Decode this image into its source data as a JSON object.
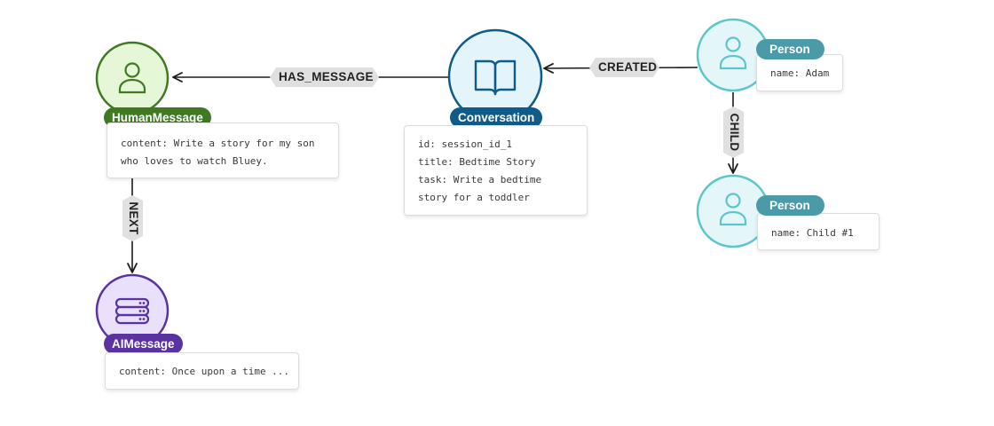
{
  "colors": {
    "human_fill": "#e6f7d8",
    "human_stroke": "#3f7a23",
    "human_label": "#3f7a23",
    "ai_fill": "#e9e0fb",
    "ai_stroke": "#5b33a1",
    "ai_label": "#5b33a1",
    "conversation_fill": "#e3f5fa",
    "conversation_stroke": "#0f5c8a",
    "conversation_label": "#0f5c8a",
    "person_fill": "#e4f6f7",
    "person_stroke": "#5cc6cd",
    "person_label": "#4a9aa8",
    "edge": "#1a1a1a",
    "edge_label_bg": "#e0e0e0"
  },
  "nodes": {
    "human_message": {
      "label": "HumanMessage",
      "icon": "user-icon",
      "properties": [
        "content: Write a story for my son",
        "who loves to watch Bluey."
      ]
    },
    "ai_message": {
      "label": "AIMessage",
      "icon": "database-icon",
      "properties": [
        "content: Once upon a time ..."
      ]
    },
    "conversation": {
      "label": "Conversation",
      "icon": "book-open-icon",
      "properties": [
        "id: session_id_1",
        "title: Bedtime Story",
        "task: Write a bedtime",
        "story for a toddler"
      ]
    },
    "person_adam": {
      "label": "Person",
      "icon": "user-icon",
      "properties": [
        "name: Adam"
      ]
    },
    "person_child": {
      "label": "Person",
      "icon": "user-icon",
      "properties": [
        "name: Child #1"
      ]
    }
  },
  "edges": {
    "has_message": {
      "label": "HAS_MESSAGE"
    },
    "created": {
      "label": "CREATED"
    },
    "next": {
      "label": "NEXT"
    },
    "child": {
      "label": "CHILD"
    }
  }
}
